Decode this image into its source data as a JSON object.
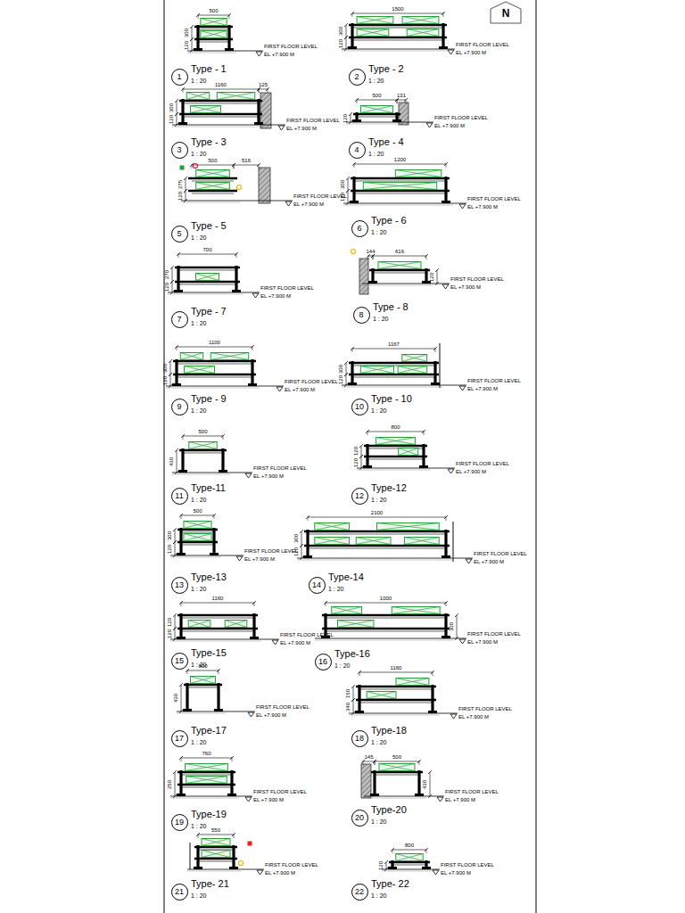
{
  "diagram": {
    "nodes": [
      {
        "text": [
          "1"
        ]
      },
      {
        "text": [
          "2"
        ]
      },
      {
        "text": [
          "3"
        ]
      },
      {
        "text": [
          "4"
        ]
      },
      {
        "text": [
          "5"
        ]
      },
      {
        "text": [
          "6"
        ]
      },
      {
        "text": [
          "7"
        ]
      },
      {
        "text": [
          "8"
        ]
      },
      {
        "text": [
          "9"
        ]
      },
      {
        "text": [
          "10"
        ]
      },
      {
        "text": [
          "11"
        ]
      },
      {
        "text": [
          "12"
        ]
      },
      {
        "text": [
          "13"
        ]
      },
      {
        "text": [
          "14"
        ]
      },
      {
        "text": [
          "15"
        ]
      },
      {
        "text": [
          "16"
        ]
      },
      {
        "text": [
          "17"
        ]
      },
      {
        "text": [
          "18"
        ]
      },
      {
        "text": [
          "19"
        ]
      },
      {
        "text": [
          "20"
        ]
      },
      {
        "text": [
          "21"
        ]
      },
      {
        "text": [
          "22"
        ]
      }
    ],
    "labels": [
      "Type - 1",
      "1 : 20",
      "500",
      "300",
      "120",
      "FIRST FLOOR LEVEL",
      "EL +7.900 M",
      "Type - 2",
      "1 : 20",
      "1500",
      "300",
      "120",
      "FIRST FLOOR LEVEL",
      "EL +7.900 M",
      "Type - 3",
      "1 : 20",
      "1160",
      "125",
      "300",
      "120",
      "FIRST FLOOR LEVEL",
      "EL +7.900 M",
      "Type - 4",
      "1 : 20",
      "500",
      "131",
      "120",
      "FIRST FLOOR LEVEL",
      "EL +7.900 M",
      "Type - 5",
      "1 : 20",
      "500",
      "516",
      "275",
      "120",
      "FIRST FLOOR LEVEL",
      "EL +7.900 M",
      "Type - 6",
      "1 : 20",
      "1200",
      "300",
      "120",
      "FIRST FLOOR LEVEL",
      "EL +7.900 M",
      "Type - 7",
      "1 : 20",
      "700",
      "270",
      "120",
      "FIRST FLOOR LEVEL",
      "EL +7.900 M",
      "Type - 8",
      "1 : 20",
      "144",
      "616",
      "120",
      "FIRST FLOOR LEVEL",
      "EL +7.900 M",
      "Type - 9",
      "1 : 20",
      "1100",
      "300",
      "120",
      "FIRST FLOOR LEVEL",
      "EL +7.900 M",
      "Type - 10",
      "1 : 20",
      "1167",
      "300",
      "120",
      "FIRST FLOOR LEVEL",
      "EL +7.900 M",
      "Type-11",
      "1 : 20",
      "500",
      "430",
      "FIRST FLOOR LEVEL",
      "EL +7.900 M",
      "Type-12",
      "1 : 20",
      "800",
      "120",
      "120",
      "FIRST FLOOR LEVEL",
      "EL +7.900 M",
      "Type-13",
      "1 : 20",
      "500",
      "300",
      "120",
      "FIRST FLOOR LEVEL",
      "EL +7.900 M",
      "Type-14",
      "1 : 20",
      "2100",
      "300",
      "120",
      "FIRST FLOOR LEVEL",
      "EL +7.900 M",
      "Type-15",
      "1 : 20",
      "1160",
      "120",
      "120",
      "FIRST FLOOR LEVEL",
      "EL +7.900 M",
      "Type-16",
      "1 : 20",
      "1000",
      "300",
      "FIRST FLOOR LEVEL",
      "EL +7.900 M",
      "Type-17",
      "1 : 20",
      "800",
      "430",
      "FIRST FLOOR LEVEL",
      "EL +7.900 M",
      "Type-18",
      "1 : 20",
      "1160",
      "150",
      "340",
      "FIRST FLOOR LEVEL",
      "EL +7.900 M",
      "Type-19",
      "1 : 20",
      "760",
      "250",
      "FIRST FLOOR LEVEL",
      "EL +7.900 M",
      "Type-20",
      "1 : 20",
      "145",
      "500",
      "430",
      "FIRST FLOOR LEVEL",
      "EL +7.900 M",
      "Type- 21",
      "1 : 20",
      "550",
      "FIRST FLOOR LEVEL",
      "EL +7.900 M",
      "Type- 22",
      "1 : 20",
      "800",
      "120",
      "FIRST FLOOR LEVEL",
      "EL +7.900 M",
      "N"
    ]
  }
}
